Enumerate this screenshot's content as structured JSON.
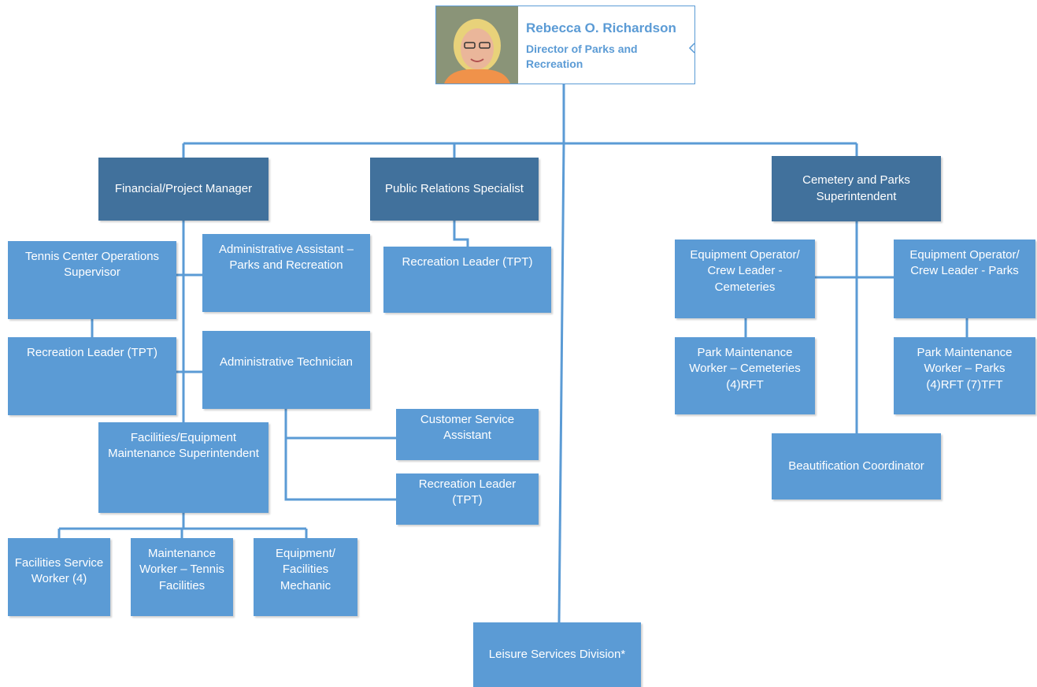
{
  "director": {
    "name": "Rebecca O. Richardson",
    "title": "Director of Parks and Recreation"
  },
  "positions": {
    "financial_project_manager": "Financial/Project Manager",
    "public_relations_specialist": "Public Relations Specialist",
    "cemetery_parks_superintendent": "Cemetery and Parks Superintendent",
    "tennis_center_operations_supervisor": "Tennis Center Operations Supervisor",
    "administrative_assistant": "Administrative Assistant – Parks and Recreation",
    "recreation_leader_pr": "Recreation Leader (TPT)",
    "recreation_leader_tennis": "Recreation Leader (TPT)",
    "administrative_technician": "Administrative Technician",
    "customer_service_assistant": "Customer Service Assistant",
    "recreation_leader_admin": "Recreation Leader (TPT)",
    "facilities_equipment_superintendent": "Facilities/Equipment Maintenance Superintendent",
    "facilities_service_worker": "Facilities Service Worker (4)",
    "maintenance_worker_tennis": "Maintenance Worker – Tennis Facilities",
    "equipment_facilities_mechanic": "Equipment/ Facilities Mechanic",
    "crew_leader_cemeteries": "Equipment Operator/ Crew Leader - Cemeteries",
    "crew_leader_parks": "Equipment Operator/ Crew Leader - Parks",
    "park_maintenance_cemeteries": "Park Maintenance Worker – Cemeteries (4)RFT",
    "park_maintenance_parks": "Park Maintenance Worker – Parks (4)RFT (7)TFT",
    "beautification_coordinator": "Beautification Coordinator",
    "leisure_services_division": "Leisure Services Division*"
  },
  "colors": {
    "box_light": "#5b9bd5",
    "box_dark": "#41719c",
    "connector": "#5b9bd5"
  }
}
